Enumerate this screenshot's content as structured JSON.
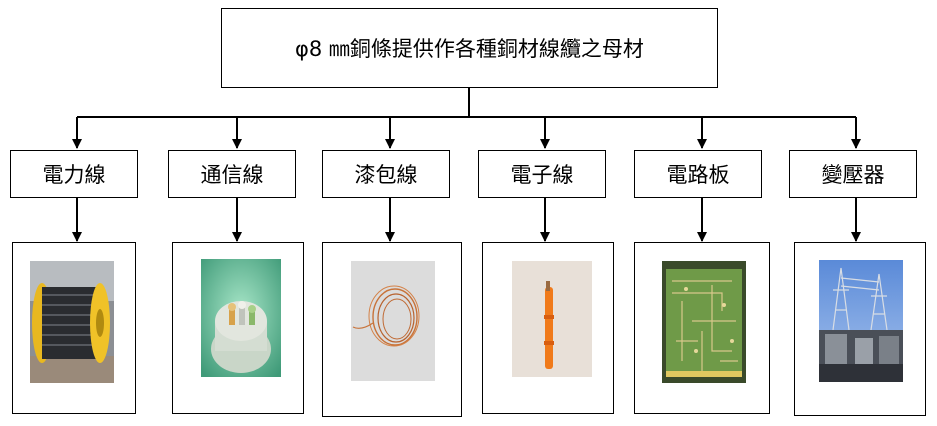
{
  "root": {
    "label": "φ8 ㎜銅條提供作各種銅材線纜之母材"
  },
  "categories": [
    {
      "id": "power-cable",
      "label": "電力線",
      "photo_subject": "cable-reel"
    },
    {
      "id": "comm-cable",
      "label": "通信線",
      "photo_subject": "communication-cable"
    },
    {
      "id": "enamel-wire",
      "label": "漆包線",
      "photo_subject": "enamel-wire-coil"
    },
    {
      "id": "electronic-wire",
      "label": "電子線",
      "photo_subject": "orange-electronic-wire"
    },
    {
      "id": "circuit-board",
      "label": "電路板",
      "photo_subject": "circuit-board"
    },
    {
      "id": "transformer",
      "label": "變壓器",
      "photo_subject": "transformer-substation"
    }
  ],
  "colors": {
    "line": "#000000",
    "box_border": "#000000",
    "background": "#ffffff"
  }
}
